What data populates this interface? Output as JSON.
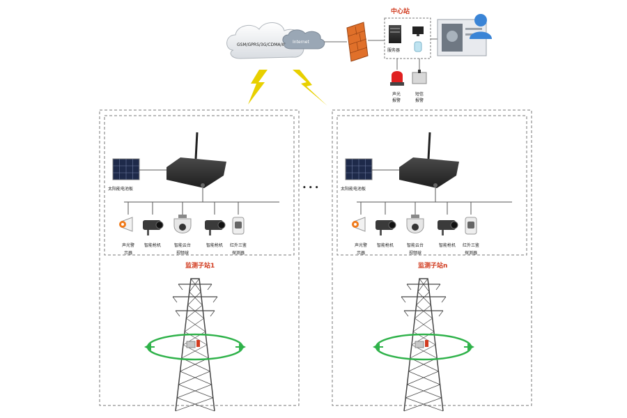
{
  "network": {
    "cloud_label": "GSM/GPRS/3G/CDMA/WIFI",
    "internet_label": "Internet"
  },
  "center": {
    "title": "中心站",
    "server_label": "服务器",
    "alarm_light_label": [
      "声光",
      "报警"
    ],
    "sms_label": [
      "短信",
      "报警"
    ]
  },
  "ellipsis": "• • •",
  "stations": [
    {
      "name": "监测子站1",
      "solar_label": "太阳能电池板",
      "devices": [
        {
          "label": [
            "声光警",
            "示器"
          ],
          "icon": "siren-icon"
        },
        {
          "label": [
            "智能枪机"
          ],
          "icon": "bullet-camera-icon"
        },
        {
          "label": [
            "智能云台",
            "视频球"
          ],
          "icon": "dome-camera-icon"
        },
        {
          "label": [
            "智能枪机"
          ],
          "icon": "bullet-camera-icon"
        },
        {
          "label": [
            "红外三鉴",
            "探测器"
          ],
          "icon": "infrared-detector-icon"
        }
      ]
    },
    {
      "name": "监测子站n",
      "solar_label": "太阳能电池板",
      "devices": [
        {
          "label": [
            "声光警",
            "示器"
          ],
          "icon": "siren-icon"
        },
        {
          "label": [
            "智能枪机"
          ],
          "icon": "bullet-camera-icon"
        },
        {
          "label": [
            "智能云台",
            "视频球"
          ],
          "icon": "dome-camera-icon"
        },
        {
          "label": [
            "智能枪机"
          ],
          "icon": "bullet-camera-icon"
        },
        {
          "label": [
            "红外三鉴",
            "探测器"
          ],
          "icon": "infrared-detector-icon"
        }
      ]
    }
  ],
  "colors": {
    "red_text": "#d13a1e",
    "ring_green": "#2fb24a",
    "bolt_yellow": "#e8d000",
    "dash_gray": "#777777"
  }
}
